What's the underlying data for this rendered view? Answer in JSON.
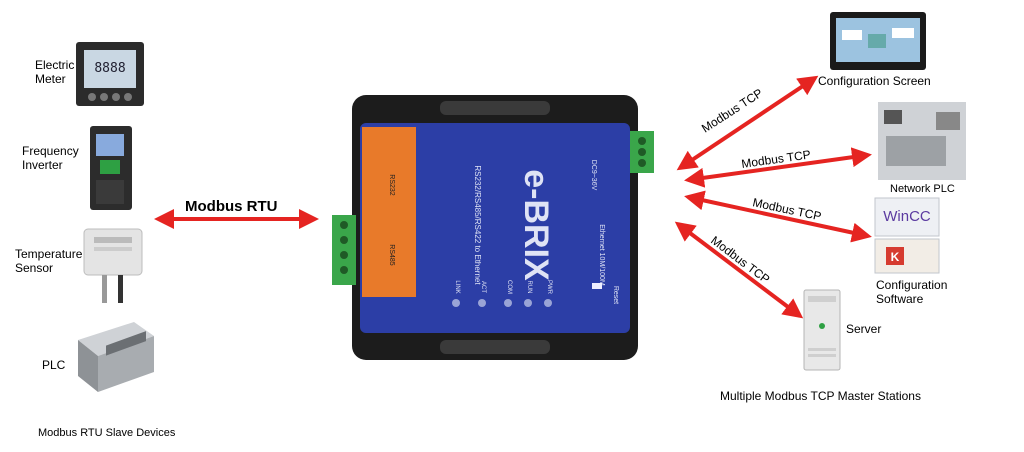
{
  "slave_devices": {
    "group_label": "Modbus RTU Slave Devices",
    "items": [
      {
        "label_line1": "Electric",
        "label_line2": "Meter",
        "icon": "electric-meter-icon"
      },
      {
        "label_line1": "Frequency",
        "label_line2": "Inverter",
        "icon": "frequency-inverter-icon"
      },
      {
        "label_line1": "Temperature",
        "label_line2": "Sensor",
        "icon": "temperature-sensor-icon"
      },
      {
        "label_line1": "PLC",
        "label_line2": "",
        "icon": "plc-icon"
      }
    ]
  },
  "links": {
    "rtu": "Modbus RTU",
    "tcp": [
      "Modbus TCP",
      "Modbus TCP",
      "Modbus TCP",
      "Modbus TCP"
    ]
  },
  "gateway": {
    "brand": "e-BRIX",
    "side_text": "RS232/RS485/RS422 to Ethernet",
    "port_left_label": "RS232",
    "port_left_label2": "RS485",
    "ethernet_label": "Ethernet 10M/100M",
    "reset_label": "Reset",
    "power_label": "DC9~36V",
    "leds": [
      "PWR",
      "RUN",
      "COM",
      "ACT",
      "LINK"
    ]
  },
  "masters": {
    "group_label": "Multiple Modbus TCP Master Stations",
    "items": [
      {
        "label_line1": "Configuration Screen",
        "label_line2": "",
        "icon": "hmi-screen-icon"
      },
      {
        "label_line1": "Network PLC",
        "label_line2": "",
        "icon": "network-plc-icon"
      },
      {
        "label_line1": "Configuration",
        "label_line2": "Software",
        "icon": "wincc-software-icon"
      },
      {
        "label_line1": "Server",
        "label_line2": "",
        "icon": "server-icon"
      }
    ],
    "wincc_text": "WinCC"
  },
  "colors": {
    "arrow": "#e52421",
    "gateway_blue": "#2c3ea6",
    "gateway_orange": "#e87a2a",
    "terminal_green": "#3aa64a"
  }
}
